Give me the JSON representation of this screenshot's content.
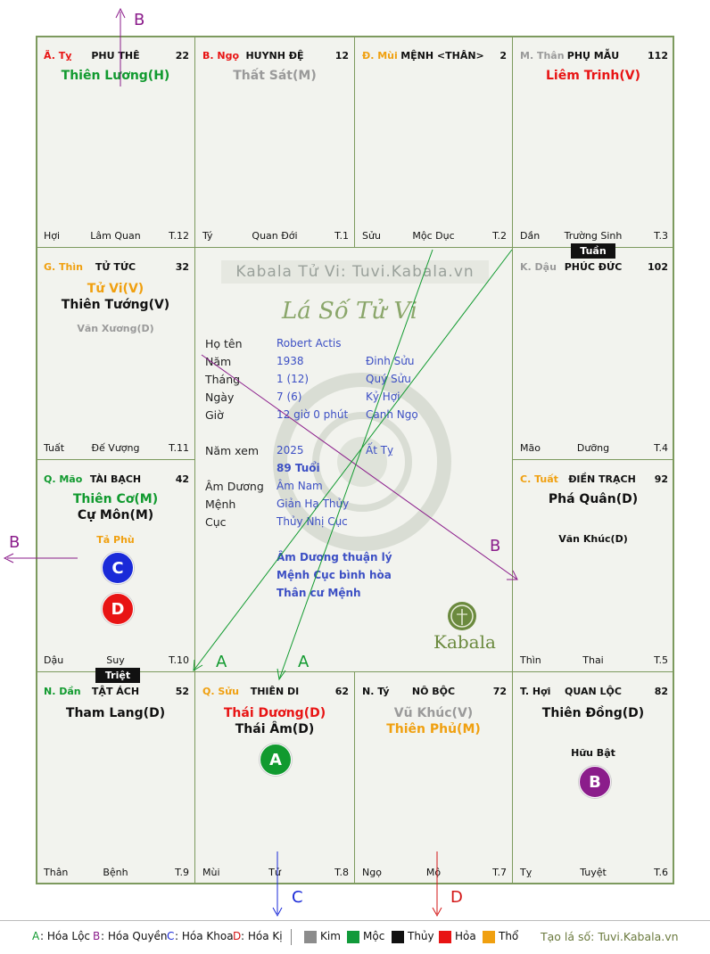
{
  "palaces": {
    "ty_top": {
      "chi": "Ã. Tỵ",
      "name": "PHU THÊ",
      "num": "22",
      "major": [
        "Thiên Lương(H)"
      ],
      "minor": [],
      "stage": "Hợi",
      "life": "Lâm Quan",
      "month": "T.12"
    },
    "ngo": {
      "chi": "B. Ngọ",
      "name": "HUYNH ĐỆ",
      "num": "12",
      "major": [
        "Thất Sát(M)"
      ],
      "minor": [],
      "stage": "Tý",
      "life": "Quan Đới",
      "month": "T.1"
    },
    "mui": {
      "chi": "Đ. Mùi",
      "name": "MỆNH <THÂN>",
      "num": "2",
      "major": [],
      "minor": [],
      "stage": "Sửu",
      "life": "Mộc Dục",
      "month": "T.2"
    },
    "than_top": {
      "chi": "M. Thân",
      "name": "PHỤ MẪU",
      "num": "112",
      "major": [
        "Liêm Trinh(V)"
      ],
      "minor": [],
      "stage": "Dần",
      "life": "Trường Sinh",
      "month": "T.3"
    },
    "thin": {
      "chi": "G. Thìn",
      "name": "TỬ TỨC",
      "num": "32",
      "major": [
        "Tử Vi(V)",
        "Thiên Tướng(V)"
      ],
      "minor": [
        "Văn Xương(D)"
      ],
      "stage": "Tuất",
      "life": "Đế Vượng",
      "month": "T.11"
    },
    "dau": {
      "chi": "K. Dậu",
      "name": "PHÚC ĐỨC",
      "num": "102",
      "major": [],
      "minor": [],
      "stage": "Mão",
      "life": "Dưỡng",
      "month": "T.4",
      "tag": "Tuần"
    },
    "mao": {
      "chi": "Q. Mão",
      "name": "TÀI BẠCH",
      "num": "42",
      "major": [
        "Thiên Cơ(M)",
        "Cự Môn(M)"
      ],
      "minor": [
        "Tả Phù"
      ],
      "stage": "Dậu",
      "life": "Suy",
      "month": "T.10",
      "circles": [
        "C",
        "D"
      ]
    },
    "tuat": {
      "chi": "C. Tuất",
      "name": "ĐIỀN TRẠCH",
      "num": "92",
      "major": [
        "Phá Quân(D)"
      ],
      "minor": [
        "Văn Khúc(D)"
      ],
      "stage": "Thìn",
      "life": "Thai",
      "month": "T.5"
    },
    "dan": {
      "chi": "N. Dần",
      "name": "TẬT ÁCH",
      "num": "52",
      "major": [
        "Tham Lang(D)"
      ],
      "minor": [],
      "stage": "Thân",
      "life": "Bệnh",
      "month": "T.9",
      "tag": "Triệt"
    },
    "suu": {
      "chi": "Q. Sửu",
      "name": "THIÊN DI",
      "num": "62",
      "major": [
        "Thái Dương(D)",
        "Thái Âm(D)"
      ],
      "minor": [],
      "stage": "Mùi",
      "life": "Tử",
      "month": "T.8",
      "circles": [
        "A"
      ]
    },
    "ty_bot": {
      "chi": "N. Tý",
      "name": "NÔ BỘC",
      "num": "72",
      "major": [
        "Vũ Khúc(V)",
        "Thiên Phủ(M)"
      ],
      "minor": [],
      "stage": "Ngọ",
      "life": "Mộ",
      "month": "T.7"
    },
    "hoi": {
      "chi": "T. Hợi",
      "name": "QUAN LỘC",
      "num": "82",
      "major": [
        "Thiên Đồng(D)"
      ],
      "minor": [
        "Hữu Bật"
      ],
      "stage": "Tỵ",
      "life": "Tuyệt",
      "month": "T.6",
      "circles": [
        "B"
      ]
    }
  },
  "center": {
    "watermark": "Kabala Tử Vi: Tuvi.Kabala.vn",
    "title": "Lá Số Tử Vi",
    "rows": [
      {
        "label": "Họ tên",
        "v1": "Robert Actis",
        "v2": ""
      },
      {
        "label": "Năm",
        "v1": "1938",
        "v2": "Đinh Sửu"
      },
      {
        "label": "Tháng",
        "v1": "1  (12)",
        "v2": "Quý Sửu"
      },
      {
        "label": "Ngày",
        "v1": "7  (6)",
        "v2": "Kỷ Hợi"
      },
      {
        "label": "Giờ",
        "v1": "12 giờ 0 phút",
        "v2": "Canh Ngọ"
      }
    ],
    "year_label": "Năm xem",
    "year_value": "2025",
    "year_can": "Ất Tỵ",
    "age": "89 Tuổi",
    "rows2": [
      {
        "label": "Âm Dương",
        "value": "Âm Nam"
      },
      {
        "label": "Mệnh",
        "value": "Giản Hạ Thủy"
      },
      {
        "label": "Cục",
        "value": "Thủy Nhị Cục"
      }
    ],
    "notes": [
      "Âm Dương thuận lý",
      "Mệnh Cục bình hòa",
      "Thân cư Mệnh"
    ],
    "brand": "Kabala"
  },
  "arrow_labels": {
    "a1": "A",
    "a2": "A",
    "b_top": "B",
    "b_left": "B",
    "b_mid": "B",
    "c_bottom": "C",
    "d_bottom": "D"
  },
  "legend": {
    "hoa": [
      {
        "key": "A",
        "text": ": Hóa Lộc",
        "color": "#119a2f"
      },
      {
        "key": "B",
        "text": ": Hóa Quyền",
        "color": "#8b1d8b"
      },
      {
        "key": "C",
        "text": ": Hóa Khoa",
        "color": "#1a2ad8"
      },
      {
        "key": "D",
        "text": ": Hóa Kị",
        "color": "#d31515"
      }
    ],
    "elements": [
      {
        "name": "Kim",
        "color": "#8c8c8c"
      },
      {
        "name": "Mộc",
        "color": "#119a3a"
      },
      {
        "name": "Thủy",
        "color": "#111111"
      },
      {
        "name": "Hỏa",
        "color": "#e81414"
      },
      {
        "name": "Thổ",
        "color": "#f0a010"
      }
    ],
    "site": "Tạo lá số: Tuvi.Kabala.vn"
  }
}
